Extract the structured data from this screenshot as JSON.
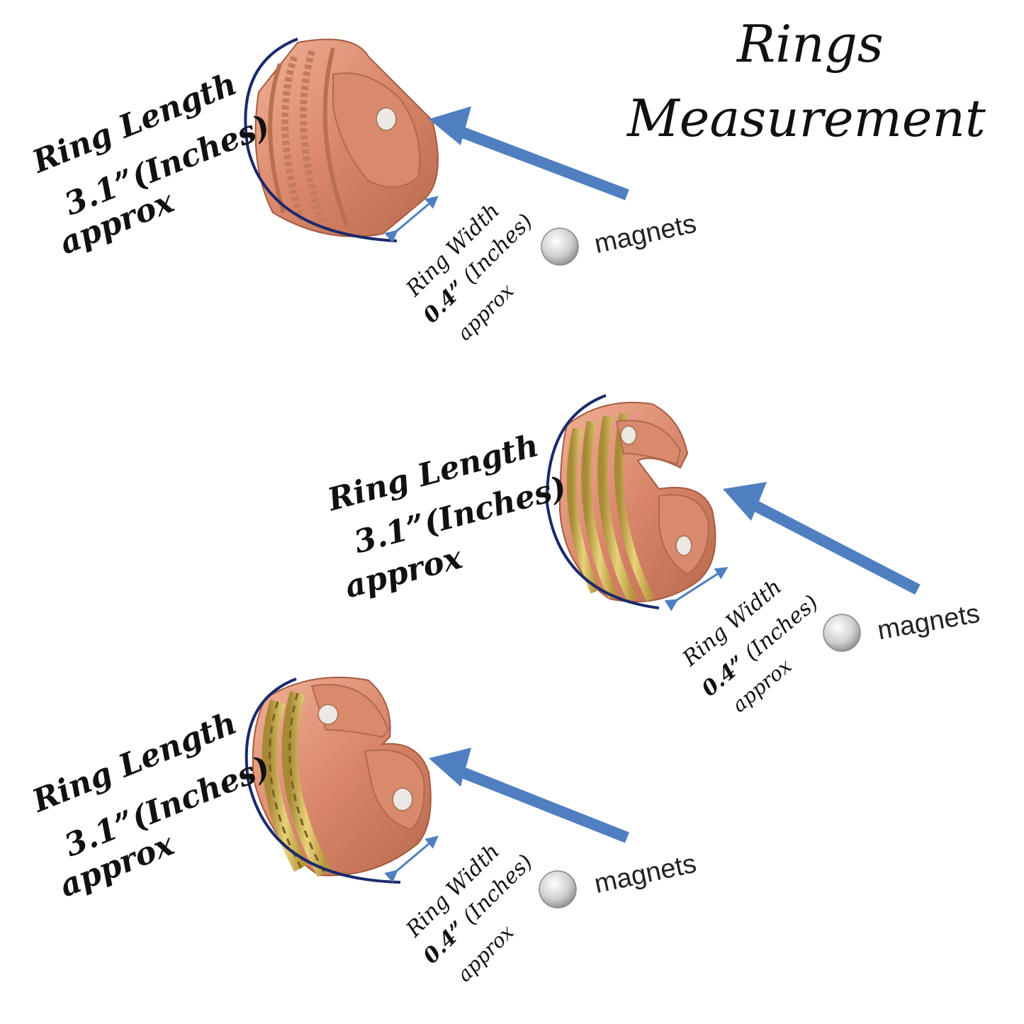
{
  "title": {
    "line1": "Rings",
    "line2": "Measurement"
  },
  "rings": [
    {
      "length_label": "Ring Length",
      "length_value": "3.1”(Inches)",
      "length_approx": "approx",
      "width_label": "Ring Width",
      "width_value": "0.4”",
      "width_unit": "(Inches)",
      "width_approx": "approx",
      "magnets_label": "magnets"
    },
    {
      "length_label": "Ring Length",
      "length_value": "3.1”(Inches)",
      "length_approx": "approx",
      "width_label": "Ring Width",
      "width_value": "0.4”",
      "width_unit": "(Inches)",
      "width_approx": "approx",
      "magnets_label": "magnets"
    },
    {
      "length_label": "Ring Length",
      "length_value": "3.1”(Inches)",
      "length_approx": "approx",
      "width_label": "Ring Width",
      "width_value": "0.4”",
      "width_unit": "(Inches)",
      "width_approx": "approx",
      "magnets_label": "magnets"
    }
  ],
  "colors": {
    "copper": "#d9866a",
    "brass": "#c9a54a",
    "arrow": "#4f7fc0",
    "arc": "#1a2a6c"
  }
}
